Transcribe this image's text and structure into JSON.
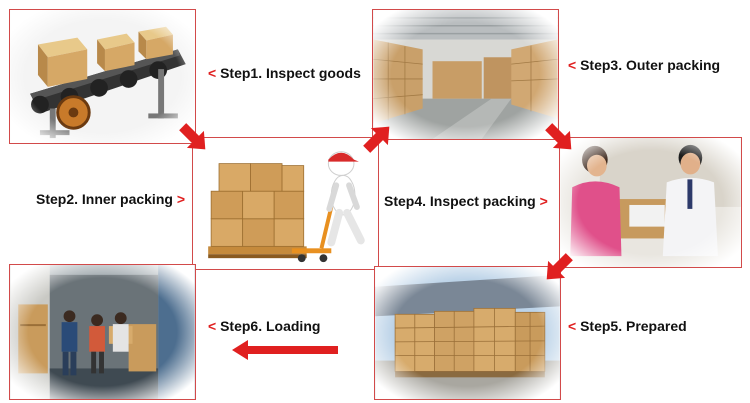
{
  "steps": [
    {
      "id": "step1",
      "label": "Step1. Inspect goods",
      "chevron": "<"
    },
    {
      "id": "step2",
      "label": "Step2. Inner packing",
      "chevron": ">"
    },
    {
      "id": "step3",
      "label": "Step3. Outer packing",
      "chevron": "<"
    },
    {
      "id": "step4",
      "label": "Step4. Inspect packing",
      "chevron": ">"
    },
    {
      "id": "step5",
      "label": "Step5. Prepared",
      "chevron": "<"
    },
    {
      "id": "step6",
      "label": "Step6. Loading",
      "chevron": "<"
    }
  ],
  "colors": {
    "accent": "#e02020",
    "border": "#d24a4a"
  },
  "icons": {
    "arrow": "red-block-arrow-icon"
  }
}
